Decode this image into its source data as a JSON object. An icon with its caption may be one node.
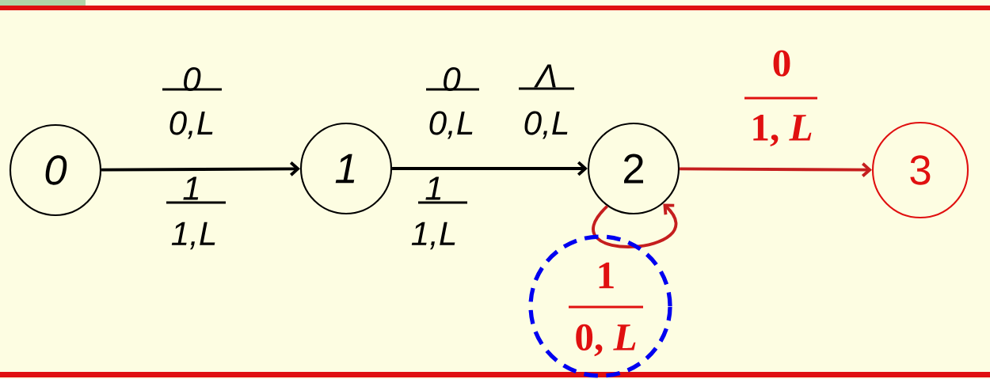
{
  "diagram": {
    "nodes": [
      {
        "text": [
          "0"
        ]
      },
      {
        "text": [
          "1"
        ]
      },
      {
        "text": [
          "2"
        ]
      },
      {
        "text": [
          "3"
        ]
      }
    ],
    "edges": [
      {
        "from": 0,
        "to": 1,
        "arrow": "to"
      },
      {
        "from": 1,
        "to": 2,
        "arrow": "to"
      },
      {
        "from": 2,
        "to": 3,
        "arrow": "to",
        "color": "#e01010"
      },
      {
        "from": 2,
        "to": 2,
        "arrow": "to",
        "color": "#e01010"
      }
    ],
    "labels": [
      "0",
      "0,L",
      "1",
      "1,L",
      "0",
      "0,L",
      "1",
      "1,L",
      "Λ",
      "0,L",
      "0",
      "1, *L*",
      "1",
      "0, *L*"
    ]
  }
}
